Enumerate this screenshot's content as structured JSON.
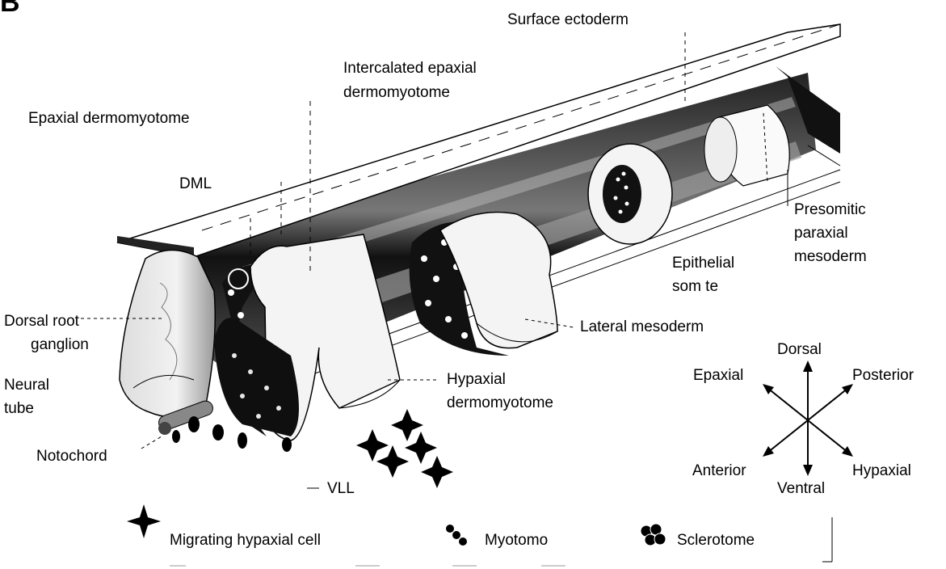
{
  "panel_letter": "B",
  "labels": {
    "surface_ectoderm": "Surface ectoderm",
    "intercalated_line1": "Intercalated epaxial",
    "intercalated_line2": "dermomyotome",
    "epaxial_dermomyotome": "Epaxial dermomyotome",
    "dml": "DML",
    "presomitic_line1": "Presomitic",
    "presomitic_line2": "paraxial",
    "presomitic_line3": "mesoderm",
    "epithelial_line1": "Epithelial",
    "epithelial_line2": "som te",
    "dorsal_root_line1": "Dorsal root",
    "dorsal_root_line2": "ganglion",
    "lateral_mesoderm": "Lateral mesoderm",
    "neural_tube_line1": "Neural",
    "neural_tube_line2": "tube",
    "hypaxial_line1": "Hypaxial",
    "hypaxial_line2": "dermomyotome",
    "notochord": "Notochord",
    "vll": "VLL"
  },
  "compass": {
    "dorsal": "Dorsal",
    "ventral": "Ventral",
    "epaxial": "Epaxial",
    "posterior": "Posterior",
    "anterior": "Anterior",
    "hypaxial": "Hypaxial"
  },
  "legend": [
    {
      "icon": "star-icon",
      "label": "Migrating hypaxial cell"
    },
    {
      "icon": "myotome-icon",
      "label": "Myotomo"
    },
    {
      "icon": "sclerotome-icon",
      "label": "Sclerotome"
    }
  ]
}
